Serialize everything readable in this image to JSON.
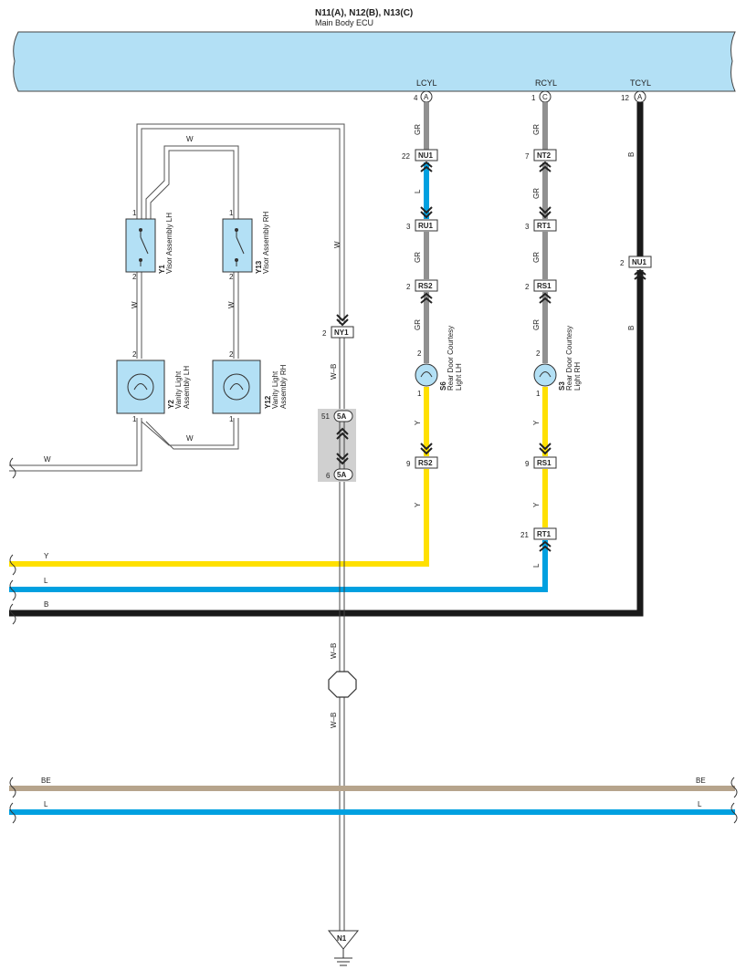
{
  "ecu": {
    "title": "N11(A), N12(B), N13(C)",
    "name": "Main Body ECU"
  },
  "terminals": [
    {
      "name": "LCYL",
      "pin": "4",
      "conn": "A"
    },
    {
      "name": "RCYL",
      "pin": "1",
      "conn": "C"
    },
    {
      "name": "TCYL",
      "pin": "12",
      "conn": "A"
    }
  ],
  "connectors": {
    "nu1_left": {
      "pin": "22",
      "code": "NU1"
    },
    "ru1": {
      "pin": "3",
      "code": "RU1"
    },
    "rs2_upper": {
      "pin": "2",
      "code": "RS2"
    },
    "rs2_lower": {
      "pin": "9",
      "code": "RS2"
    },
    "nt2": {
      "pin": "7",
      "code": "NT2"
    },
    "rt1_upper": {
      "pin": "3",
      "code": "RT1"
    },
    "rs1_upper": {
      "pin": "2",
      "code": "RS1"
    },
    "rs1_lower": {
      "pin": "9",
      "code": "RS1"
    },
    "rt1_lower": {
      "pin": "21",
      "code": "RT1"
    },
    "nu1_right": {
      "pin": "2",
      "code": "NU1"
    },
    "ny1": {
      "pin": "2",
      "code": "NY1"
    },
    "j5a_upper": {
      "pin": "51",
      "code": "5A"
    },
    "j5a_lower": {
      "pin": "6",
      "code": "5A"
    }
  },
  "components": {
    "y1": {
      "code": "Y1",
      "name": "Visor Assembly LH",
      "pin_top": "1",
      "pin_bottom": "2"
    },
    "y13": {
      "code": "Y13",
      "name": "Visor Assembly RH",
      "pin_top": "1",
      "pin_bottom": "2"
    },
    "y2": {
      "code": "Y2",
      "name_line1": "Vanity Light",
      "name_line2": "Assembly LH",
      "pin_top": "2",
      "pin_bottom": "1"
    },
    "y12": {
      "code": "Y12",
      "name_line1": "Vanity Light",
      "name_line2": "Assembly RH",
      "pin_top": "2",
      "pin_bottom": "1"
    },
    "s6": {
      "code": "S6",
      "name_line1": "Rear Door Courtesy",
      "name_line2": "Light LH",
      "pin_top": "2",
      "pin_bottom": "1"
    },
    "s3": {
      "code": "S3",
      "name_line1": "Rear Door Courtesy",
      "name_line2": "Light RH",
      "pin_top": "2",
      "pin_bottom": "1"
    }
  },
  "wire_labels": {
    "gr": "GR",
    "l": "L",
    "y": "Y",
    "b": "B",
    "w": "W",
    "wb": "W–B",
    "be": "BE"
  },
  "ground": {
    "code": "N1"
  },
  "colors": {
    "ecu_fill": "#b3e0f5",
    "wire_gray": "#909090",
    "wire_blue": "#00a0e0",
    "wire_yellow": "#ffe000",
    "wire_black": "#1a1a1a",
    "wire_beige": "#b6a48c",
    "component_fill": "#b3e0f5"
  }
}
